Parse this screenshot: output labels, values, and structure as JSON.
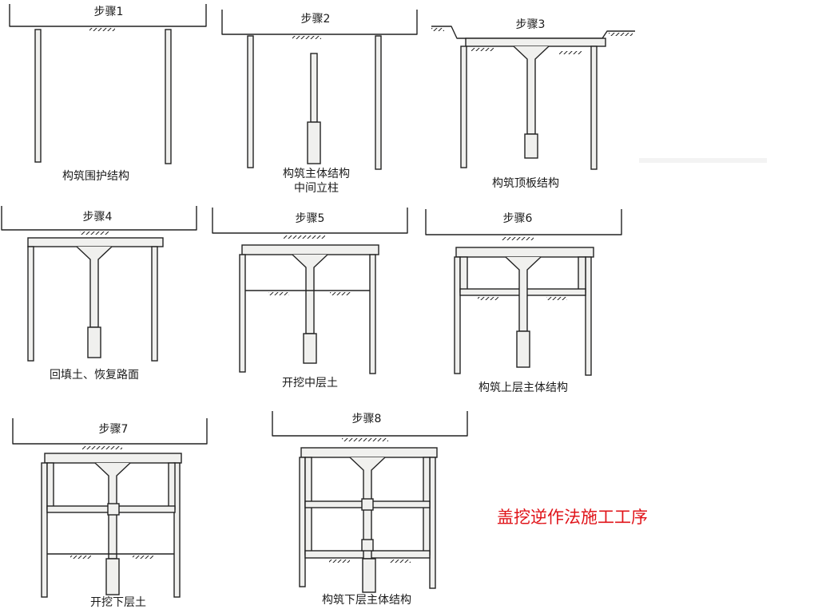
{
  "title": "盖挖逆作法施工工序",
  "colors": {
    "line": "#222222",
    "fill": "#f0f0ee",
    "title": "#e0141a"
  },
  "steps": [
    {
      "id": 1,
      "label": "步骤1",
      "caption": [
        "构筑围护结构"
      ]
    },
    {
      "id": 2,
      "label": "步骤2",
      "caption": [
        "构筑主体结构",
        "中间立柱"
      ]
    },
    {
      "id": 3,
      "label": "步骤3",
      "caption": [
        "构筑顶板结构"
      ]
    },
    {
      "id": 4,
      "label": "步骤4",
      "caption": [
        "回填土、恢复路面"
      ]
    },
    {
      "id": 5,
      "label": "步骤5",
      "caption": [
        "开挖中层土"
      ]
    },
    {
      "id": 6,
      "label": "步骤6",
      "caption": [
        "构筑上层主体结构"
      ]
    },
    {
      "id": 7,
      "label": "步骤7",
      "caption": [
        "开挖下层土"
      ]
    },
    {
      "id": 8,
      "label": "步骤8",
      "caption": [
        "构筑下层主体结构"
      ]
    }
  ]
}
